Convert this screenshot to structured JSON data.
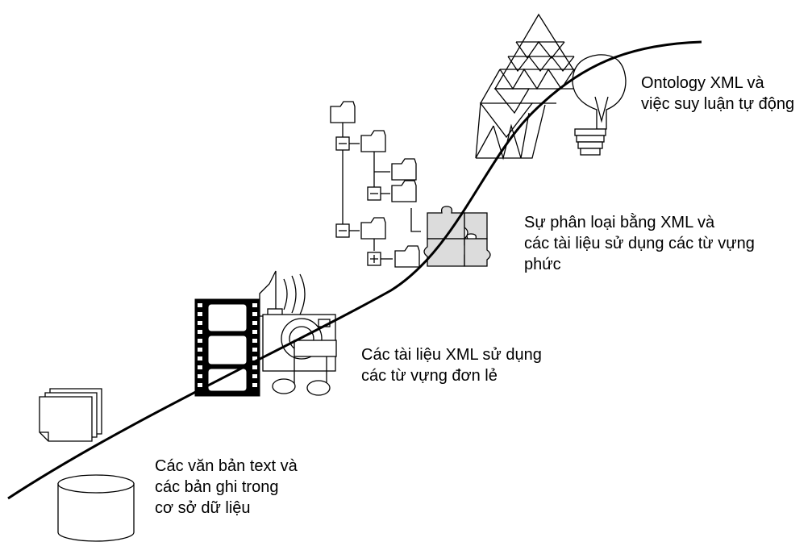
{
  "stages": [
    {
      "id": "text-db",
      "icon": "documents-database-icon",
      "lines": [
        "Các văn bản text  và",
        "các bản ghi trong",
        "cơ sở dữ liệu"
      ]
    },
    {
      "id": "xml-single",
      "icon": "multimedia-icon",
      "lines": [
        "Các tài liệu XML sử dụng",
        "các từ vựng đơn lẻ"
      ]
    },
    {
      "id": "xml-taxonomy",
      "icon": "folder-tree-puzzle-icon",
      "lines": [
        "Sự phân loại bằng XML và",
        "các tài liệu sử dụng các từ vựng",
        "phức"
      ]
    },
    {
      "id": "xml-ontology",
      "icon": "ontology-lightbulb-icon",
      "lines": [
        "Ontology XML và",
        "việc suy luận tự động"
      ]
    }
  ],
  "colors": {
    "ink": "#000000",
    "background": "#ffffff",
    "puzzle": "#dcdcdc"
  }
}
